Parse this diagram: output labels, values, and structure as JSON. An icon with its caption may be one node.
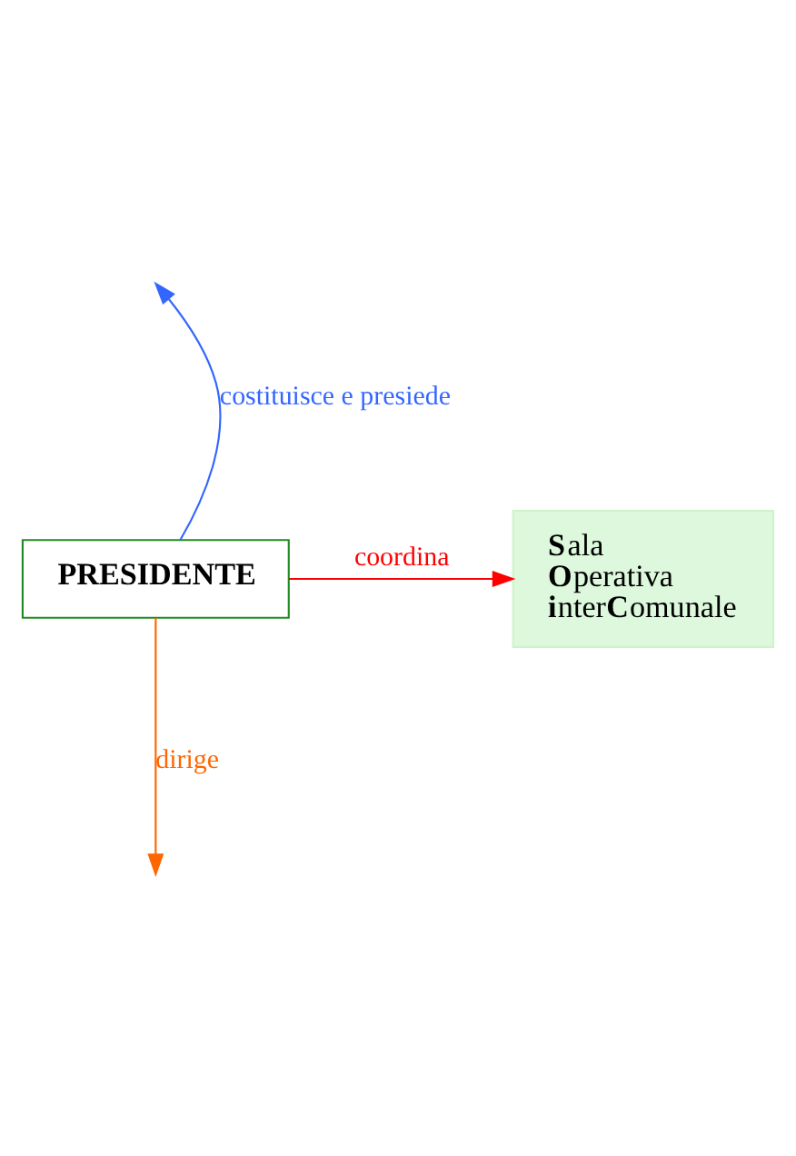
{
  "diagram": {
    "nodes": [
      {
        "text": [
          "PRESIDENTE"
        ]
      },
      {
        "text": [
          "**S**ala **O**perativa **i**nter**C**omunale"
        ]
      }
    ],
    "edges": [
      {
        "from": 0,
        "to": null,
        "arrow": "to",
        "label": "costituisce e presiede",
        "color": "#3366ff"
      },
      {
        "from": 0,
        "to": 1,
        "arrow": "to",
        "label": "coordina",
        "color": "#ff0000"
      },
      {
        "from": 0,
        "to": null,
        "arrow": "to",
        "label": "dirige",
        "color": "#ff6600"
      }
    ]
  }
}
